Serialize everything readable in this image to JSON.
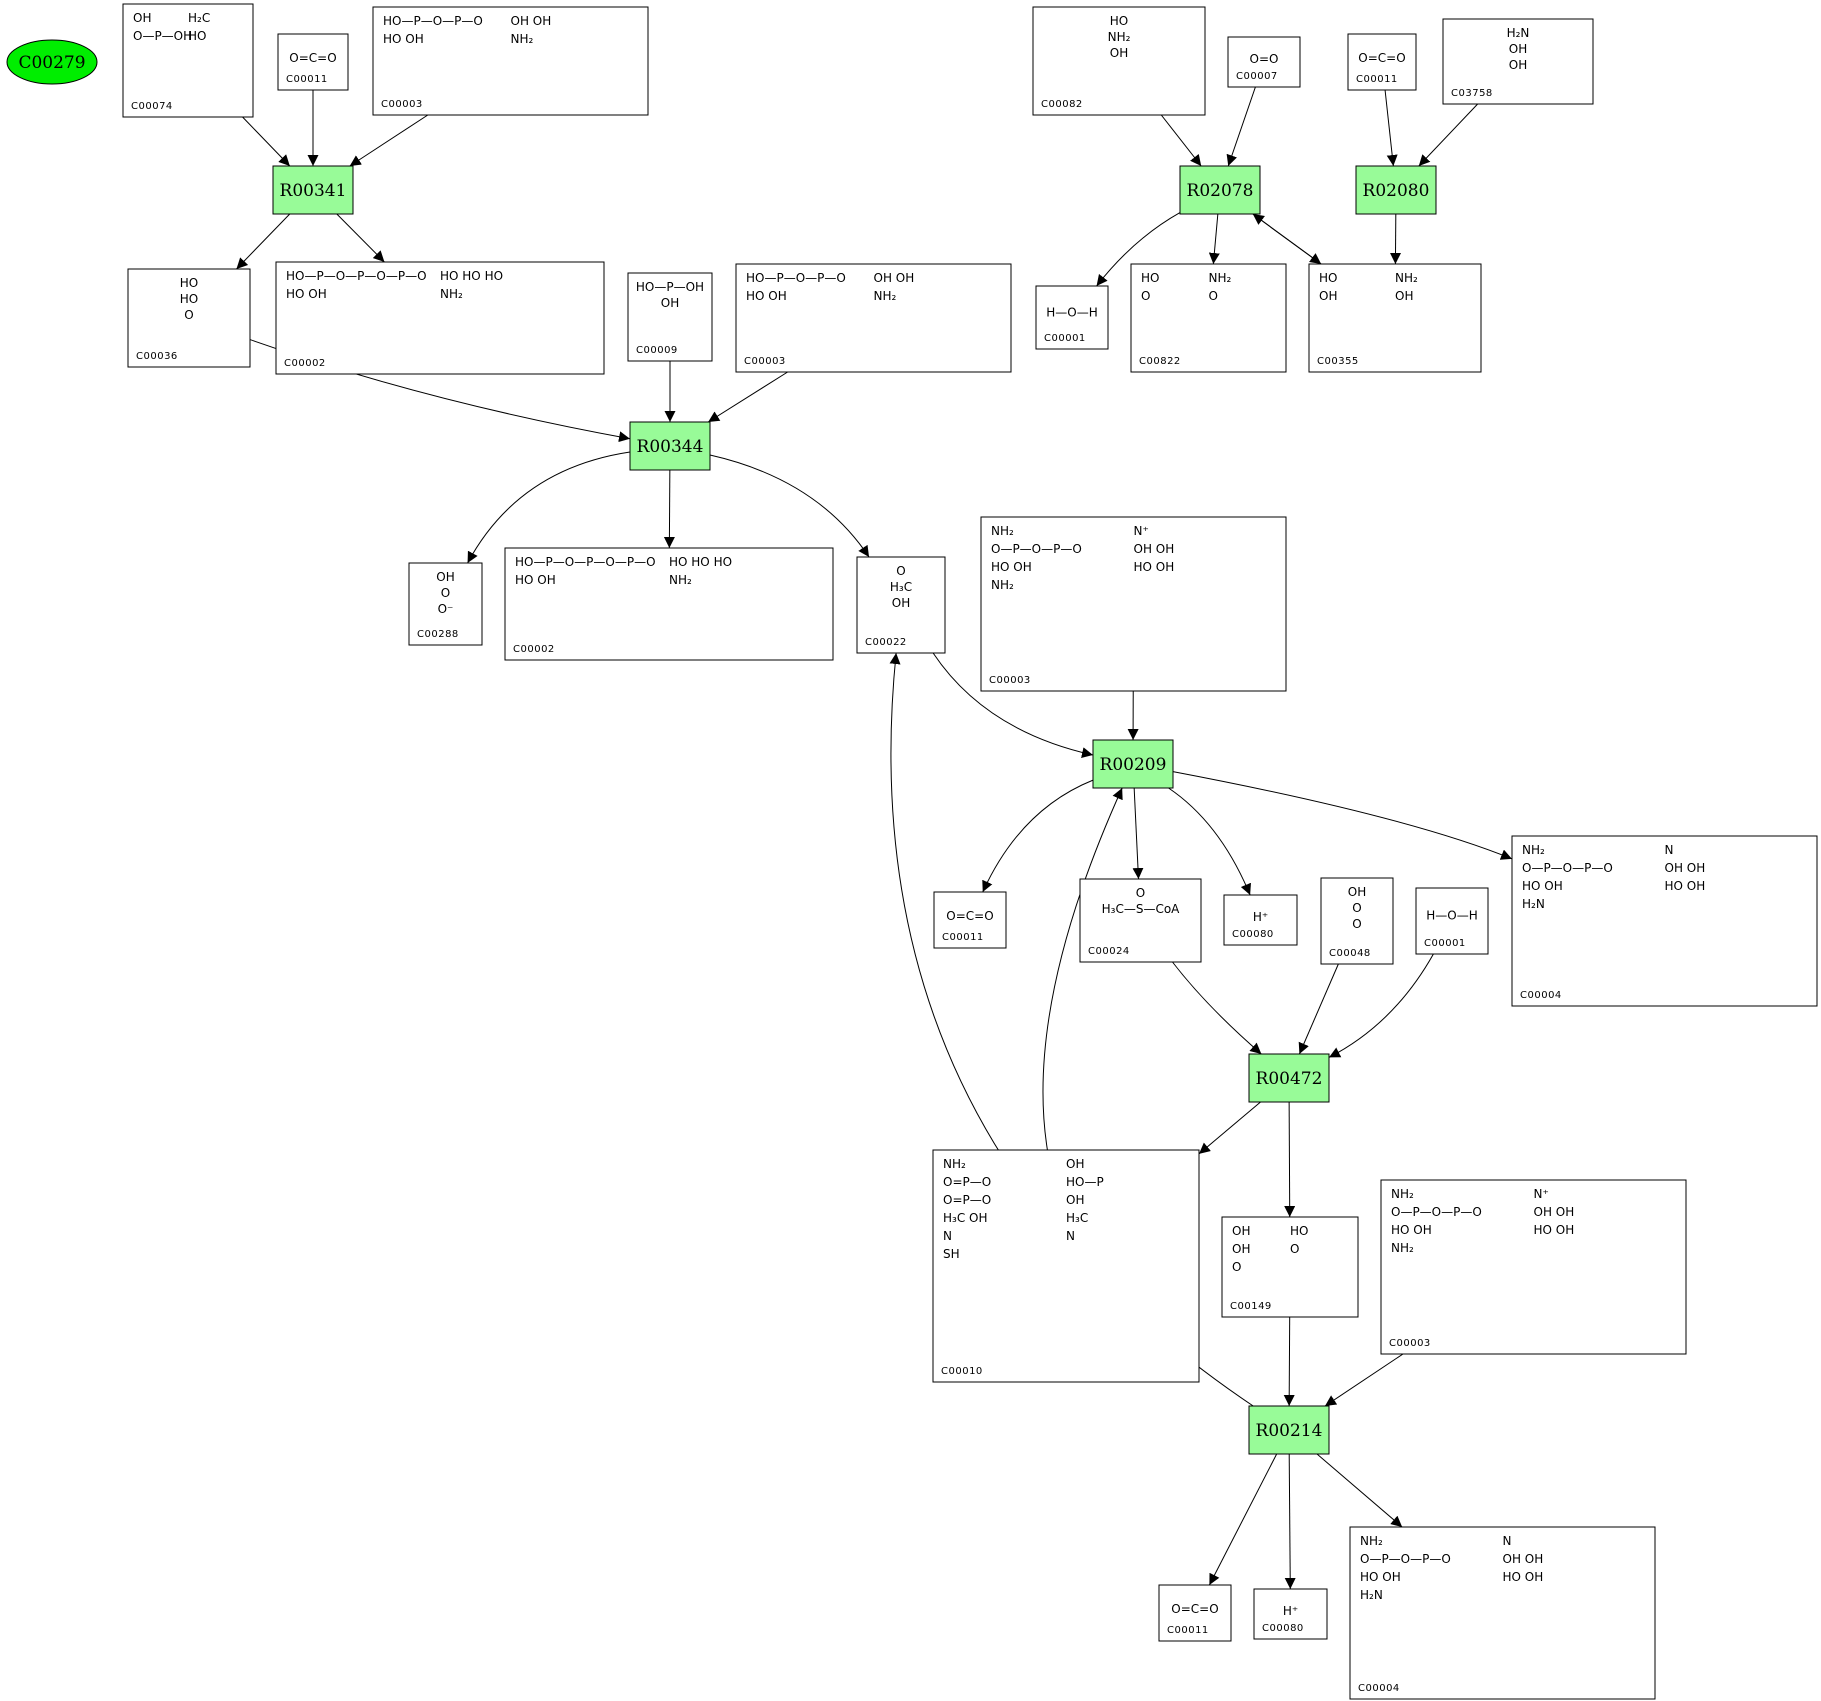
{
  "diagram": {
    "pathway_id": "C00279",
    "pathway_color": "#00ee00",
    "reaction_color": "#98fb98",
    "reactions": [
      {
        "id": "R00341",
        "label": "R00341"
      },
      {
        "id": "R00344",
        "label": "R00344"
      },
      {
        "id": "R02078",
        "label": "R02078"
      },
      {
        "id": "R02080",
        "label": "R02080"
      },
      {
        "id": "R00209",
        "label": "R00209"
      },
      {
        "id": "R00472",
        "label": "R00472"
      },
      {
        "id": "R00214",
        "label": "R00214"
      }
    ],
    "compounds": [
      {
        "key": "c00074",
        "label": "C00074",
        "structure": [
          "OH",
          "H₂C",
          "O—P—OH",
          "HO"
        ]
      },
      {
        "key": "c00011_a",
        "label": "C00011",
        "structure": [
          "O=C=O"
        ]
      },
      {
        "key": "c00003_a",
        "label": "C00003",
        "structure": [
          "HO—P—O—P—O",
          "OH  OH",
          "HO  OH",
          "NH₂"
        ]
      },
      {
        "key": "c00082",
        "label": "C00082",
        "structure": [
          "HO",
          "NH₂",
          "OH"
        ]
      },
      {
        "key": "c00007",
        "label": "C00007",
        "structure": [
          "O=O"
        ]
      },
      {
        "key": "c00011_b",
        "label": "C00011",
        "structure": [
          "O=C=O"
        ]
      },
      {
        "key": "c03758",
        "label": "C03758",
        "structure": [
          "H₂N",
          "OH",
          "OH"
        ]
      },
      {
        "key": "c00036",
        "label": "C00036",
        "structure": [
          "HO",
          "HO",
          "O"
        ]
      },
      {
        "key": "c00002_a",
        "label": "C00002",
        "structure": [
          "HO—P—O—P—O—P—O",
          "HO   HO   HO",
          "HO  OH",
          "NH₂"
        ]
      },
      {
        "key": "c00009",
        "label": "C00009",
        "structure": [
          "HO—P—OH",
          "OH"
        ]
      },
      {
        "key": "c00003_b",
        "label": "C00003",
        "structure": [
          "HO—P—O—P—O",
          "OH  OH",
          "HO  OH",
          "NH₂"
        ]
      },
      {
        "key": "c00001_a",
        "label": "C00001",
        "structure": [
          "H—O—H"
        ]
      },
      {
        "key": "c00822",
        "label": "C00822",
        "structure": [
          "HO",
          "NH₂",
          "O",
          "O"
        ]
      },
      {
        "key": "c00355",
        "label": "C00355",
        "structure": [
          "HO",
          "NH₂",
          "OH",
          "OH"
        ]
      },
      {
        "key": "c00288",
        "label": "C00288",
        "structure": [
          "OH",
          "O",
          "O⁻"
        ]
      },
      {
        "key": "c00002_b",
        "label": "C00002",
        "structure": [
          "HO—P—O—P—O—P—O",
          "HO   HO   HO",
          "HO  OH",
          "NH₂"
        ]
      },
      {
        "key": "c00022",
        "label": "C00022",
        "structure": [
          "O",
          "H₃C",
          "OH"
        ]
      },
      {
        "key": "c00003_c",
        "label": "C00003",
        "structure": [
          "NH₂",
          "N⁺",
          "O—P—O—P—O",
          "OH   OH",
          "HO  OH",
          "HO  OH",
          "NH₂"
        ]
      },
      {
        "key": "c00011_c",
        "label": "C00011",
        "structure": [
          "O=C=O"
        ]
      },
      {
        "key": "c00024",
        "label": "C00024",
        "structure": [
          "O",
          "H₃C—S—CoA"
        ]
      },
      {
        "key": "c00080_a",
        "label": "C00080",
        "structure": [
          "H⁺"
        ]
      },
      {
        "key": "c00048",
        "label": "C00048",
        "structure": [
          "OH",
          "O",
          "O"
        ]
      },
      {
        "key": "c00001_b",
        "label": "C00001",
        "structure": [
          "H—O—H"
        ]
      },
      {
        "key": "c00004_a",
        "label": "C00004",
        "structure": [
          "NH₂",
          "N",
          "O—P—O—P—O",
          "OH   OH",
          "HO  OH",
          "HO  OH",
          "H₂N"
        ]
      },
      {
        "key": "c00010",
        "label": "C00010",
        "structure": [
          "NH₂",
          "OH",
          "O=P—O",
          "HO—P",
          "O=P—O",
          "OH",
          "H₃C  OH",
          "H₃C",
          "N",
          "N",
          "SH"
        ]
      },
      {
        "key": "c00149",
        "label": "C00149",
        "structure": [
          "OH",
          "HO",
          "OH",
          "O",
          "O"
        ]
      },
      {
        "key": "c00003_d",
        "label": "C00003",
        "structure": [
          "NH₂",
          "N⁺",
          "O—P—O—P—O",
          "OH   OH",
          "HO  OH",
          "HO  OH",
          "NH₂"
        ]
      },
      {
        "key": "c00011_d",
        "label": "C00011",
        "structure": [
          "O=C=O"
        ]
      },
      {
        "key": "c00080_b",
        "label": "C00080",
        "structure": [
          "H⁺"
        ]
      },
      {
        "key": "c00004_b",
        "label": "C00004",
        "structure": [
          "NH₂",
          "N",
          "O—P—O—P—O",
          "OH   OH",
          "HO  OH",
          "HO  OH",
          "H₂N"
        ]
      }
    ]
  }
}
